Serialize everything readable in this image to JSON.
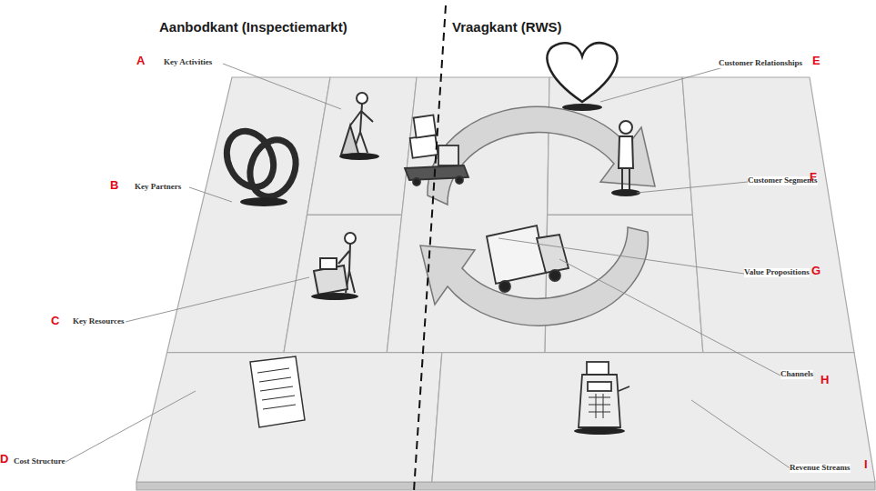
{
  "diagram": {
    "labels": [
      "Aanbodkant (Inspectiemarkt)",
      "Vraagkant (RWS)",
      "A",
      "Key Activities",
      "Customer Relationships",
      "E",
      "B",
      "Key Partners",
      "Customer Segments",
      "F",
      "Value Propositions",
      "G",
      "C",
      "Key Resources",
      "Channels",
      "H",
      "D",
      "Cost Structure",
      "Revenue Streams",
      "I"
    ]
  }
}
